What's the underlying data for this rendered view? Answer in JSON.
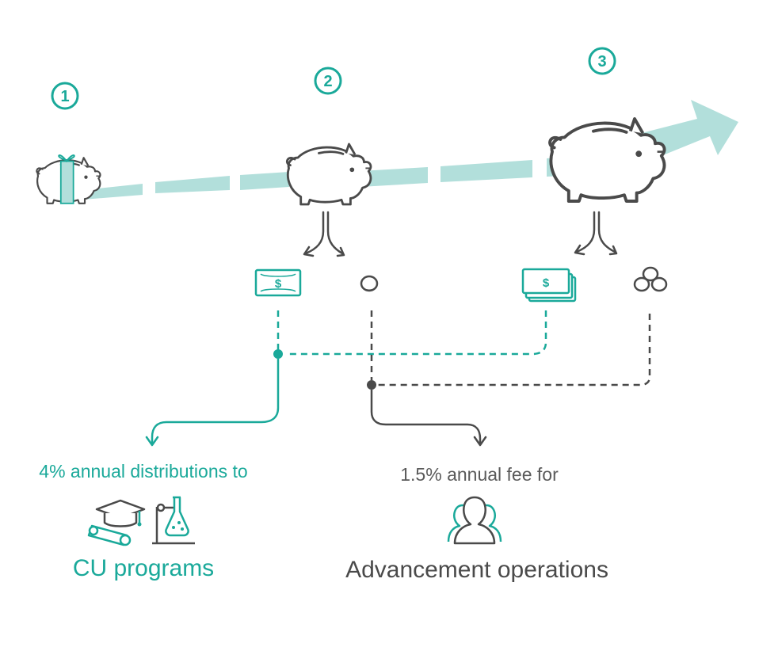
{
  "steps": [
    "1",
    "2",
    "3"
  ],
  "distribution": {
    "text": "4% annual distributions to",
    "target": "CU programs",
    "color": "#1aa99a"
  },
  "fee": {
    "text": "1.5% annual fee for",
    "target": "Advancement operations",
    "color": "#4a4a4a"
  },
  "icons": {
    "stage1": "gift-wrapped-piggy-bank-icon",
    "stage2": "piggy-bank-icon",
    "stage3": "large-piggy-bank-icon",
    "cash_small": "dollar-bill-icon",
    "coin_small": "coin-icon",
    "cash_large": "stack-of-bills-icon",
    "coins_large": "coin-pile-icon",
    "graduation": "graduation-cap-and-diploma-icon",
    "lab": "lab-flask-icon",
    "people": "people-group-icon",
    "growth_arrow": "growth-arrow-icon"
  },
  "colors": {
    "teal": "#1aa99a",
    "arrow_fill": "#b2dfdb",
    "gray": "#4a4a4a"
  }
}
